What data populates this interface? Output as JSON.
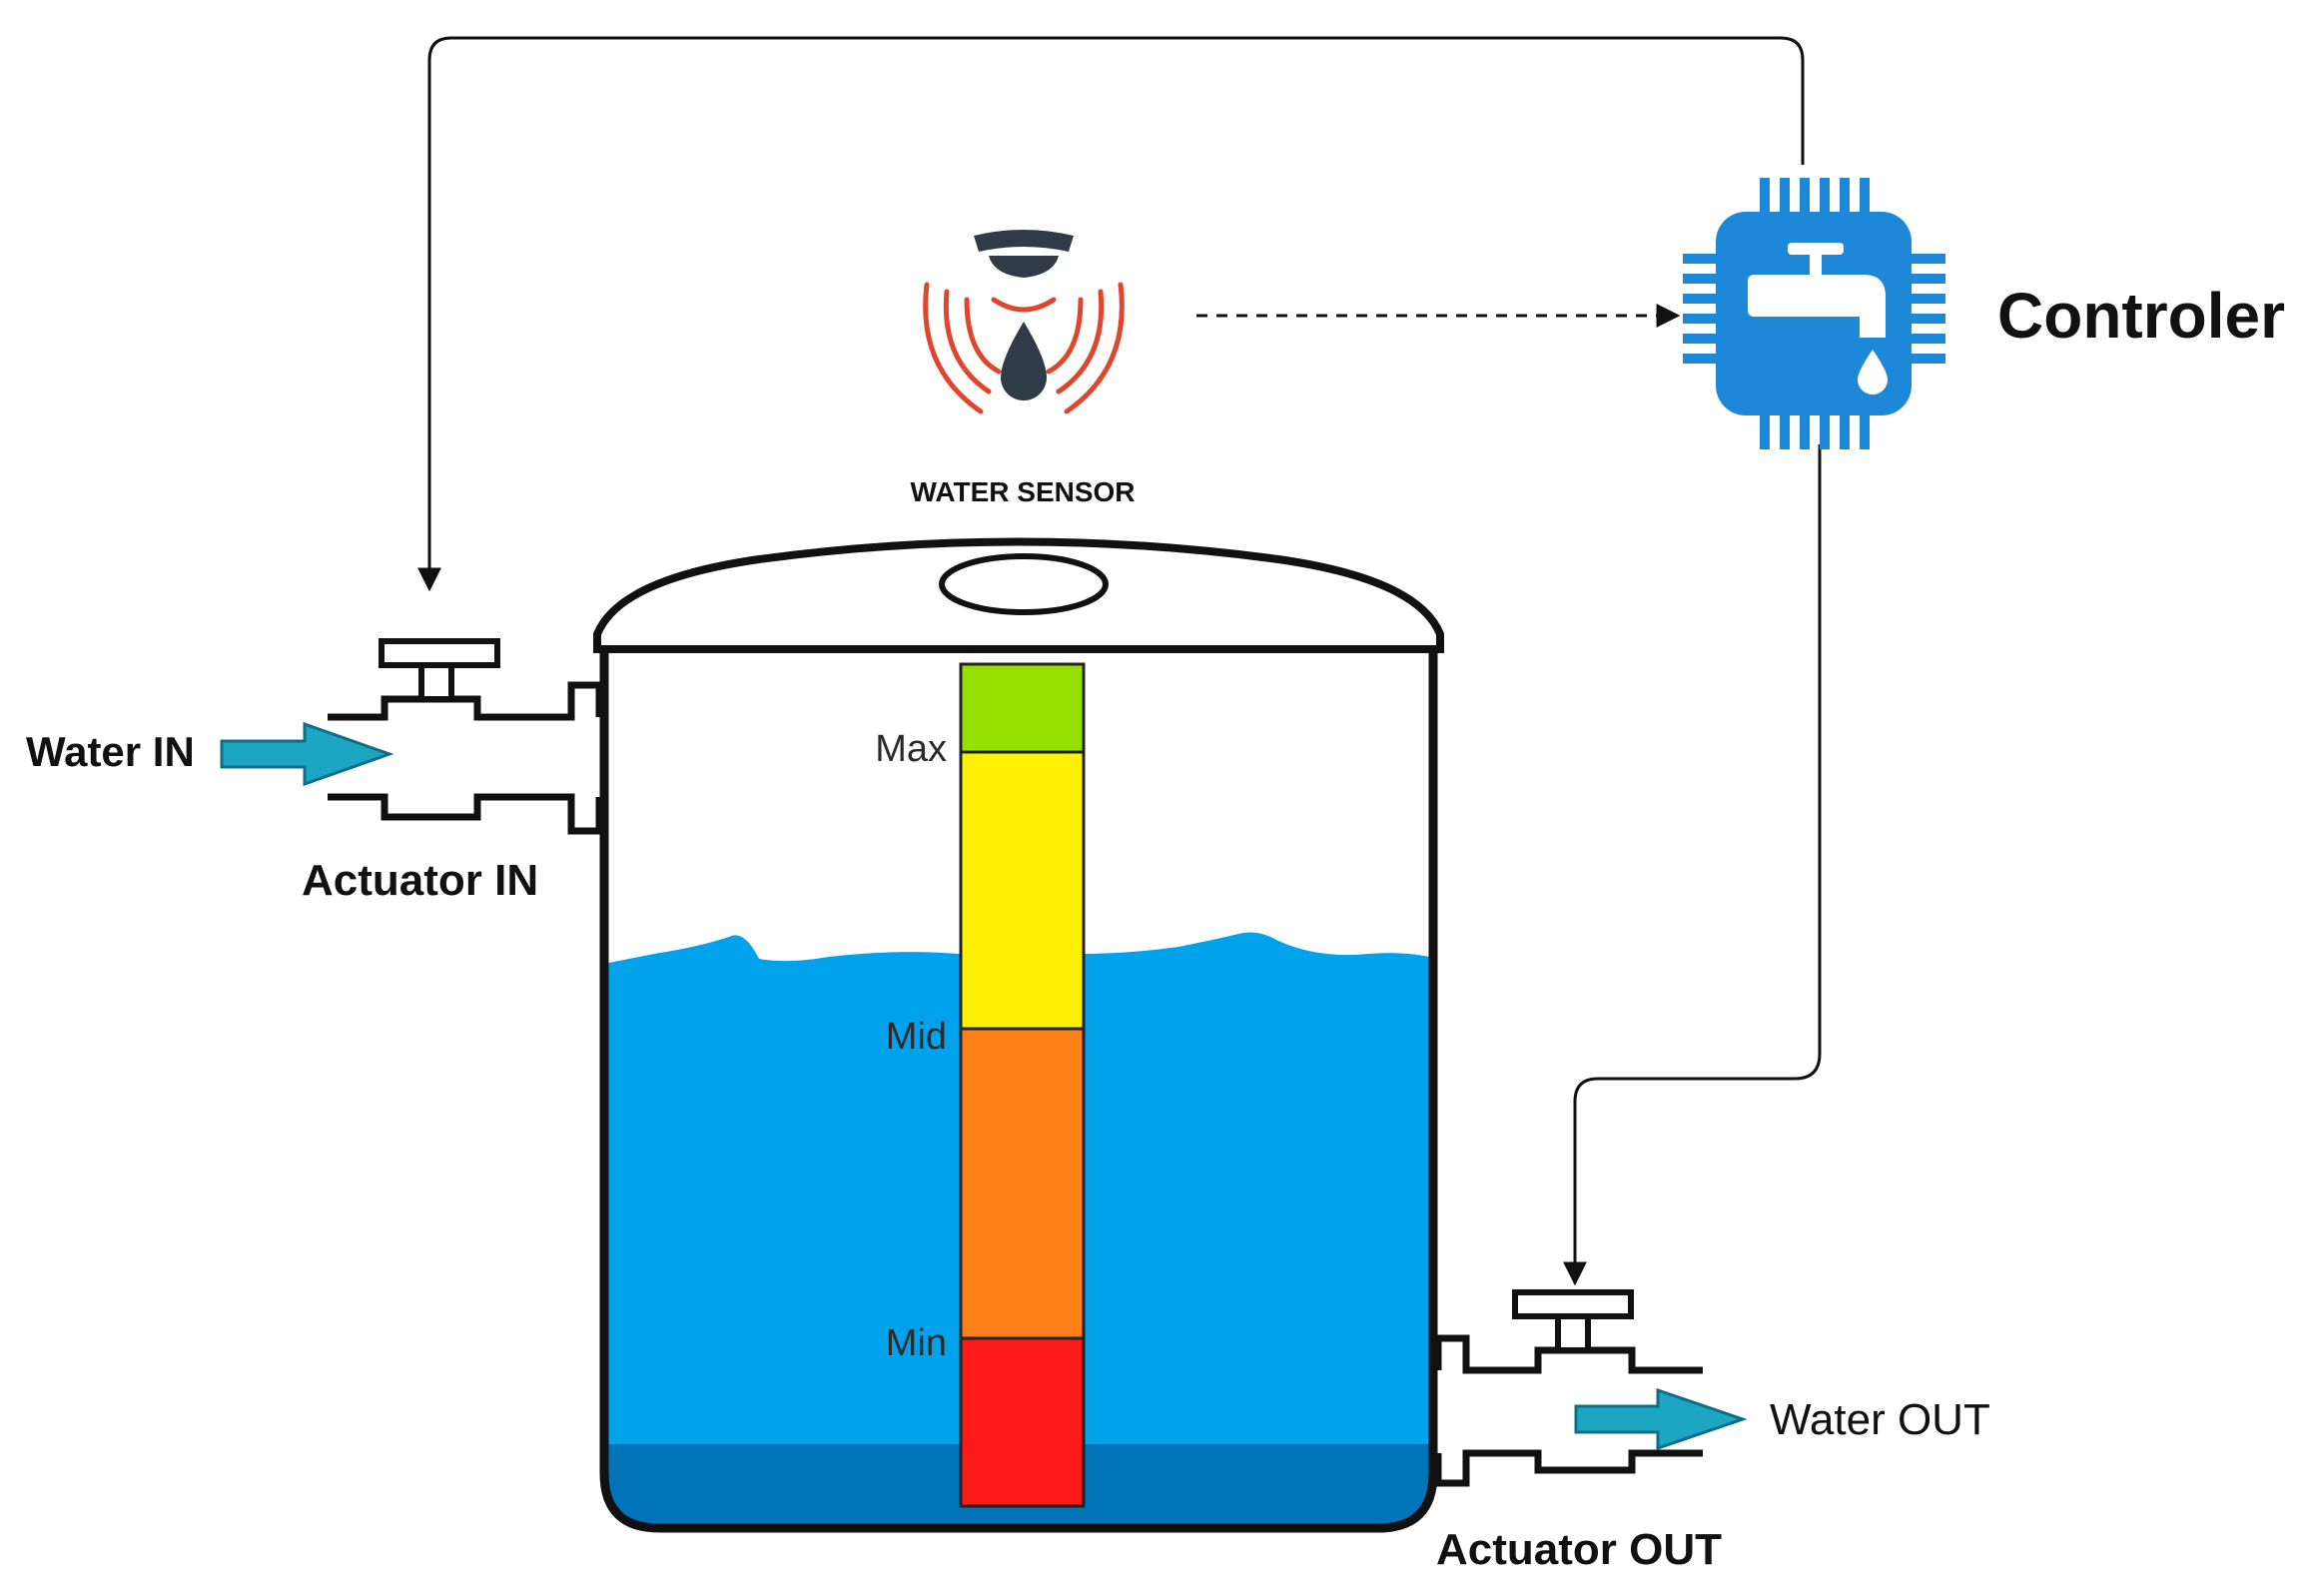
{
  "labels": {
    "water_in": "Water IN",
    "water_out": "Water OUT",
    "actuator_in": "Actuator IN",
    "actuator_out": "Actuator OUT",
    "controller": "Controler",
    "water_sensor": "WATER SENSOR"
  },
  "level_scale": {
    "max": "Max",
    "mid": "Mid",
    "min": "Min"
  },
  "colors": {
    "water": "#00A2EC",
    "water_bottom": "#0074B8",
    "controller_chip": "#1E88D8",
    "arrow": "#1CA6C4",
    "level_green": "#96E000",
    "level_yellow": "#FFF200",
    "level_orange": "#FF7F18",
    "level_red": "#FF1A1A",
    "sensor_waves": "#E0452E",
    "sensor_body": "#2F3B47"
  },
  "icons": {
    "sensor": "water-sensor-icon",
    "controller": "faucet-chip-icon",
    "valve": "valve-icon",
    "flow_arrow": "flow-arrow-icon"
  }
}
